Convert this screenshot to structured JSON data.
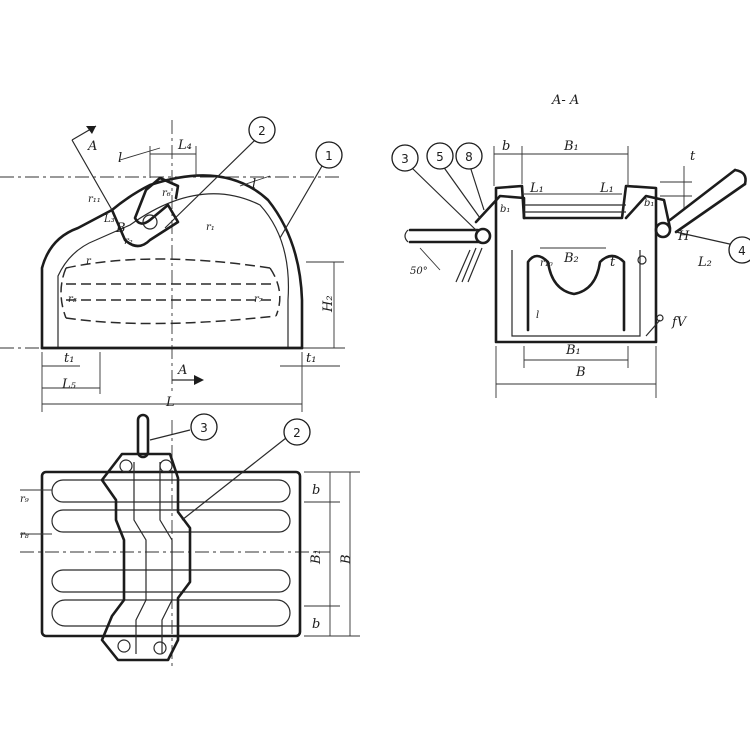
{
  "section_title": "A- A",
  "callouts": [
    "1",
    "2",
    "3",
    "4",
    "5",
    "8"
  ],
  "view_marks": {
    "A": "A"
  },
  "dims": {
    "L": "L",
    "L1": "L₁",
    "L2": "L₂",
    "L3": "L₃",
    "L4": "L₄",
    "L5": "L₅",
    "l": "l",
    "t": "t",
    "t1": "t₁",
    "H2": "H₂",
    "B": "B",
    "B1": "B₁",
    "B2": "B₂",
    "b": "b",
    "b1": "b₁",
    "r": "r",
    "r1": "r₁",
    "r2": "r₂",
    "r5": "r₅",
    "r6": "r₆",
    "r7": "r₇",
    "r8": "r₈",
    "r9": "r₉",
    "r10": "r₁₀",
    "r11": "r₁₁",
    "H": "H"
  },
  "angle": "50°",
  "weld": "fV"
}
